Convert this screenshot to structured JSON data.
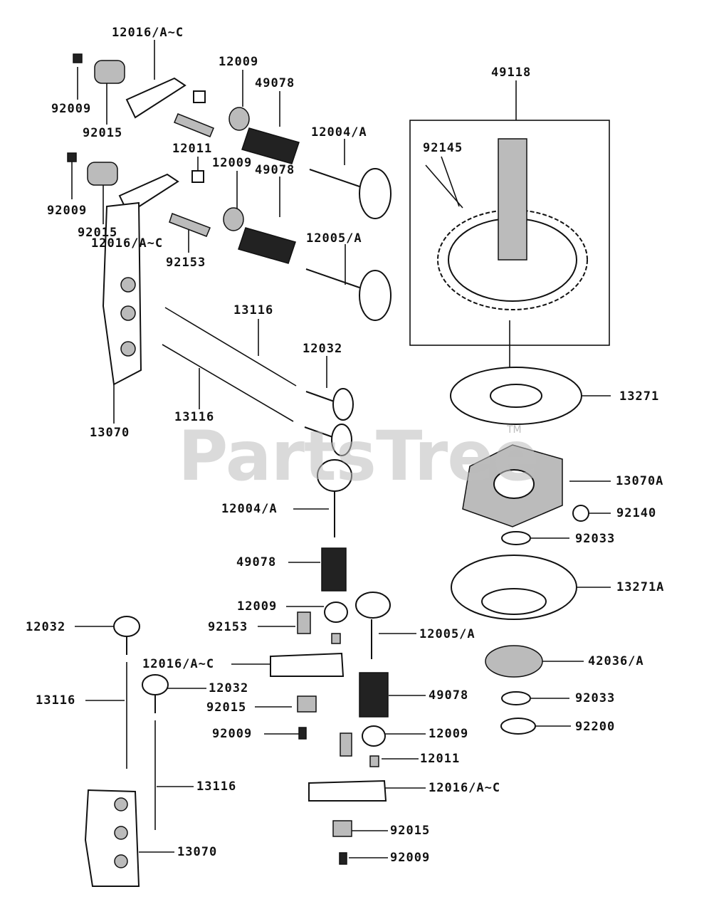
{
  "watermark": "PartsTree",
  "trademark": "TM",
  "labels": {
    "p12016_a": "12016/A~C",
    "p92009_a": "92009",
    "p92015_a": "92015",
    "p12009_a": "12009",
    "p49078_a": "49078",
    "p12004_a": "12004/A",
    "p12011_a": "12011",
    "p12009_b": "12009",
    "p49078_b": "49078",
    "p92009_b": "92009",
    "p92015_b": "92015",
    "p12005_a": "12005/A",
    "p12016_b": "12016/A~C",
    "p92153_a": "92153",
    "p13116_a": "13116",
    "p12032_a": "12032",
    "p13116_b": "13116",
    "p13070_a": "13070",
    "p49118": "49118",
    "p92145": "92145",
    "p13271": "13271",
    "p13070a": "13070A",
    "p92140": "92140",
    "p92033_a": "92033",
    "p13271a": "13271A",
    "p42036": "42036/A",
    "p92033_b": "92033",
    "p92200": "92200",
    "p12004_b": "12004/A",
    "p49078_c": "49078",
    "p12009_c": "12009",
    "p92153_b": "92153",
    "p12005_b": "12005/A",
    "p12032_b": "12032",
    "p12016_c": "12016/A~C",
    "p12032_c": "12032",
    "p13116_c": "13116",
    "p92015_c": "92015",
    "p49078_d": "49078",
    "p92009_c": "92009",
    "p12009_d": "12009",
    "p12011_b": "12011",
    "p13116_d": "13116",
    "p12016_d": "12016/A~C",
    "p92015_d": "92015",
    "p13070_b": "13070",
    "p92009_d": "92009"
  }
}
